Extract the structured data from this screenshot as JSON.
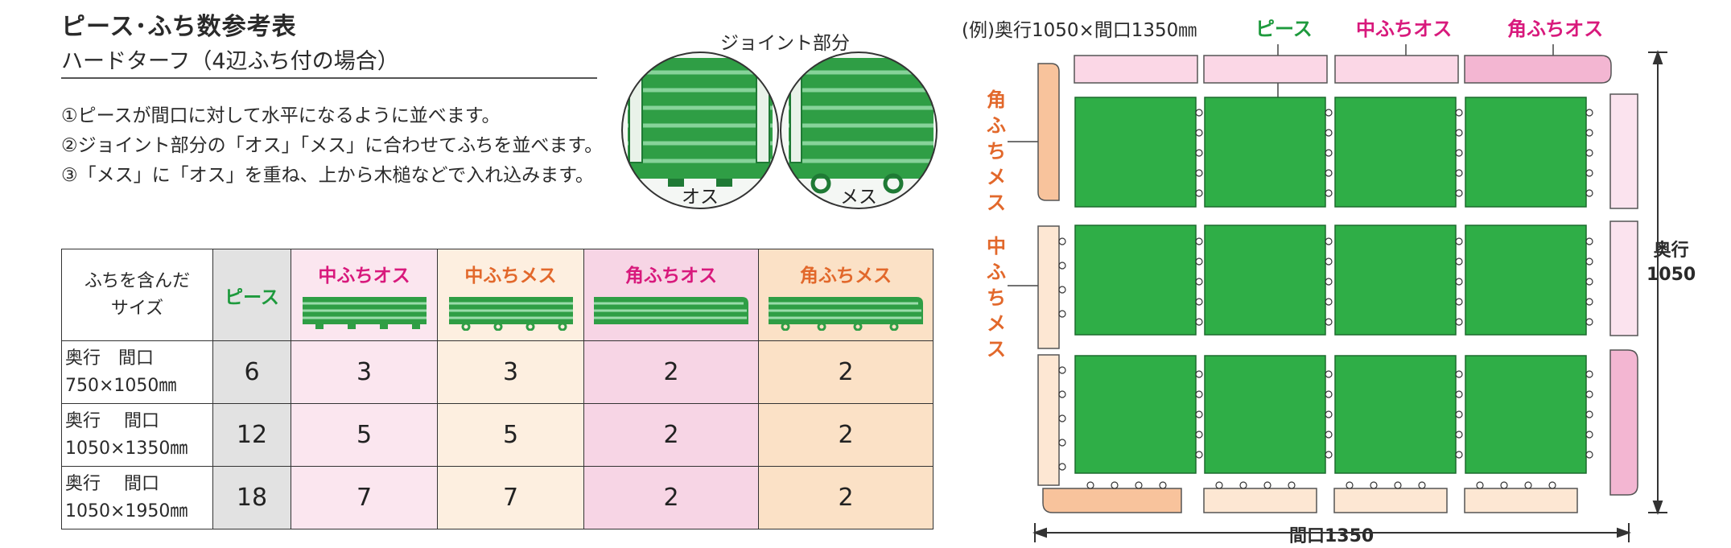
{
  "header": {
    "title": "ピース･ふち数参考表",
    "subtitle": "ハードターフ（4辺ふち付の場合）"
  },
  "steps": [
    "①ピースが間口に対して水平になるように並べます。",
    "②ジョイント部分の「オス」「メス」に合わせてふちを並べます。",
    "③「メス」に「オス」を重ね、上から木槌などで入れ込みます。"
  ],
  "joint": {
    "title": "ジョイント部分",
    "male_label": "オス",
    "female_label": "メス"
  },
  "table": {
    "size_header": [
      "ふちを含んだ",
      "サイズ"
    ],
    "piece_header": "ピース",
    "columns": [
      "中ふちオス",
      "中ふちメス",
      "角ふちオス",
      "角ふちメス"
    ],
    "rows": [
      {
        "label_top": "奥行　間口",
        "label_bottom": "750×1050㎜",
        "piece": "6",
        "values": [
          "3",
          "3",
          "2",
          "2"
        ]
      },
      {
        "label_top": "奥行　 間口",
        "label_bottom": "1050×1350㎜",
        "piece": "12",
        "values": [
          "5",
          "5",
          "2",
          "2"
        ]
      },
      {
        "label_top": "奥行　 間口",
        "label_bottom": "1050×1950㎜",
        "piece": "18",
        "values": [
          "7",
          "7",
          "2",
          "2"
        ]
      }
    ]
  },
  "diagram": {
    "example": "(例)奥行1050×間口1350㎜",
    "label_piece": "ピース",
    "label_mid_male": "中ふちオス",
    "label_corner_male": "角ふちオス",
    "label_corner_female": [
      "角",
      "ふ",
      "ち",
      "メ",
      "ス"
    ],
    "label_mid_female": [
      "中",
      "ふ",
      "ち",
      "メ",
      "ス"
    ],
    "depth_label": "奥行",
    "depth_value": "1050",
    "width_label": "間口1350"
  },
  "colors": {
    "green": "#2fae47",
    "dark_green": "#1e9a3d",
    "magenta": "#d8197c",
    "orange": "#e2682b",
    "pink_light": "#fbd7e6",
    "pink_corner": "#f3b6d2",
    "peach_light": "#fde7d3",
    "peach_corner": "#f8c39c"
  }
}
